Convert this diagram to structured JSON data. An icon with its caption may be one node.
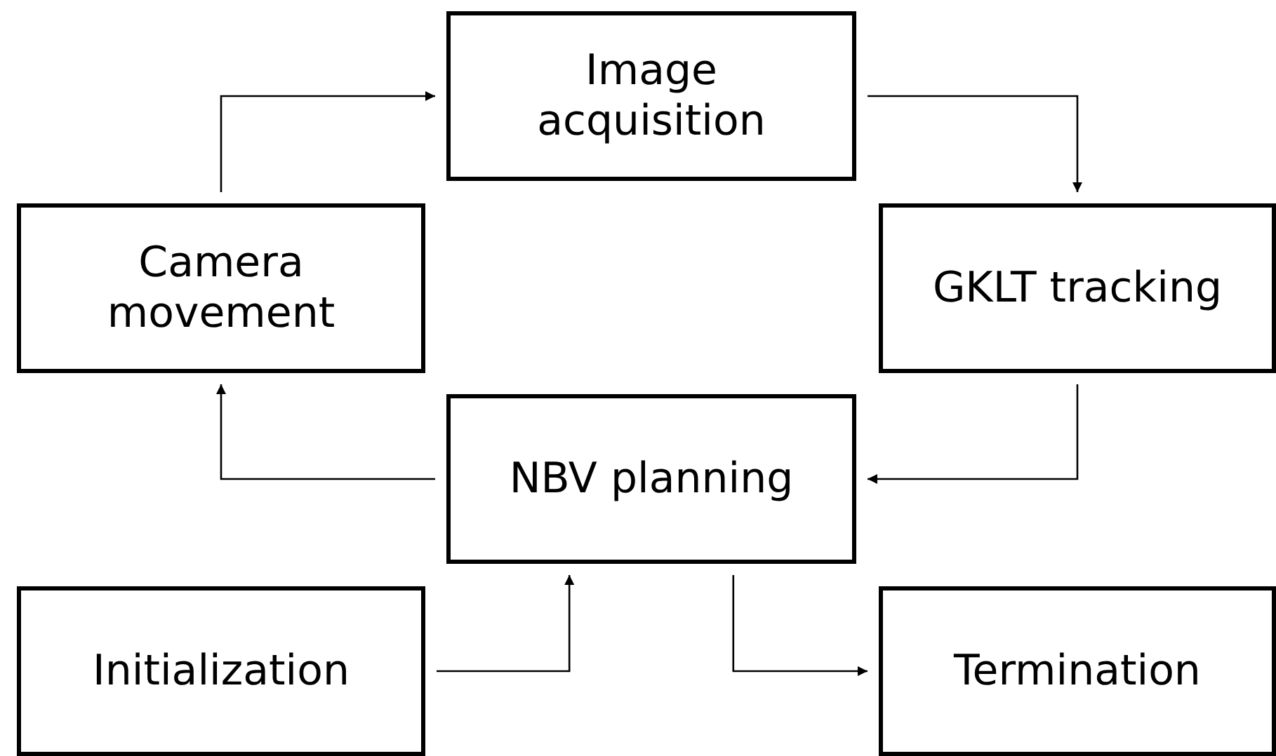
{
  "diagram": {
    "nodes": [
      {
        "text": [
          "Image acquisition"
        ]
      },
      {
        "text": [
          "Camera movement"
        ]
      },
      {
        "text": [
          "GKLT tracking"
        ]
      },
      {
        "text": [
          "NBV planning"
        ]
      },
      {
        "text": [
          "Initialization"
        ]
      },
      {
        "text": [
          "Termination"
        ]
      }
    ],
    "edges": [
      {
        "from": 1,
        "to": 0,
        "arrow": "to"
      },
      {
        "from": 0,
        "to": 2,
        "arrow": "to"
      },
      {
        "from": 2,
        "to": 3,
        "arrow": "to"
      },
      {
        "from": 3,
        "to": 1,
        "arrow": "to"
      },
      {
        "from": 4,
        "to": 3,
        "arrow": "to"
      },
      {
        "from": 3,
        "to": 5,
        "arrow": "to"
      }
    ]
  }
}
